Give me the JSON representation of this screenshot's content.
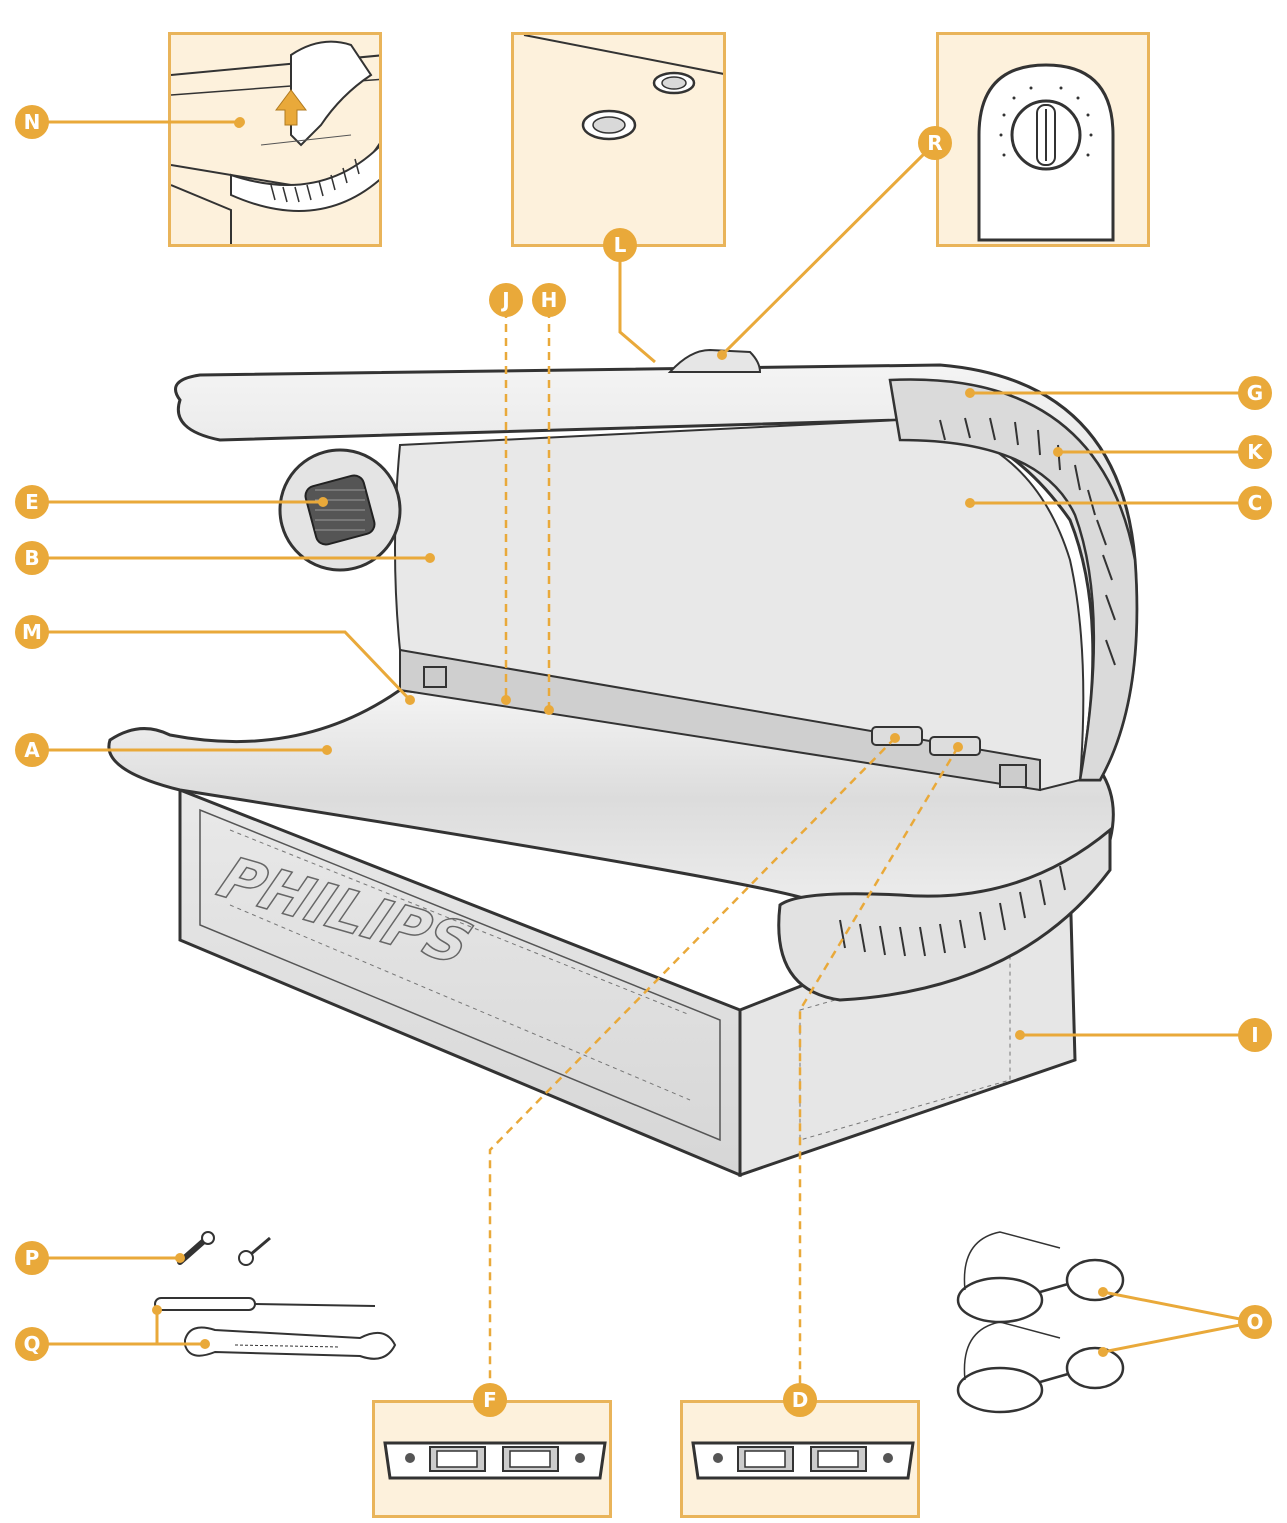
{
  "brand": "PHILIPS",
  "accent_color": "#e9a93a",
  "inset_fill": "#fdf1dc",
  "callouts": {
    "A": "A",
    "B": "B",
    "C": "C",
    "D": "D",
    "E": "E",
    "F": "F",
    "G": "G",
    "H": "H",
    "I": "I",
    "J": "J",
    "K": "K",
    "L": "L",
    "M": "M",
    "N": "N",
    "O": "O",
    "P": "P",
    "Q": "Q",
    "R": "R"
  },
  "icons": {
    "screws": "screw-icon",
    "screwdriver": "screwdriver-icon",
    "wrench": "wrench-icon",
    "goggles": "goggles-icon",
    "timer_dial": "timer-dial-icon",
    "switch_panel": "switch-panel-icon",
    "vent": "vent-icon"
  }
}
